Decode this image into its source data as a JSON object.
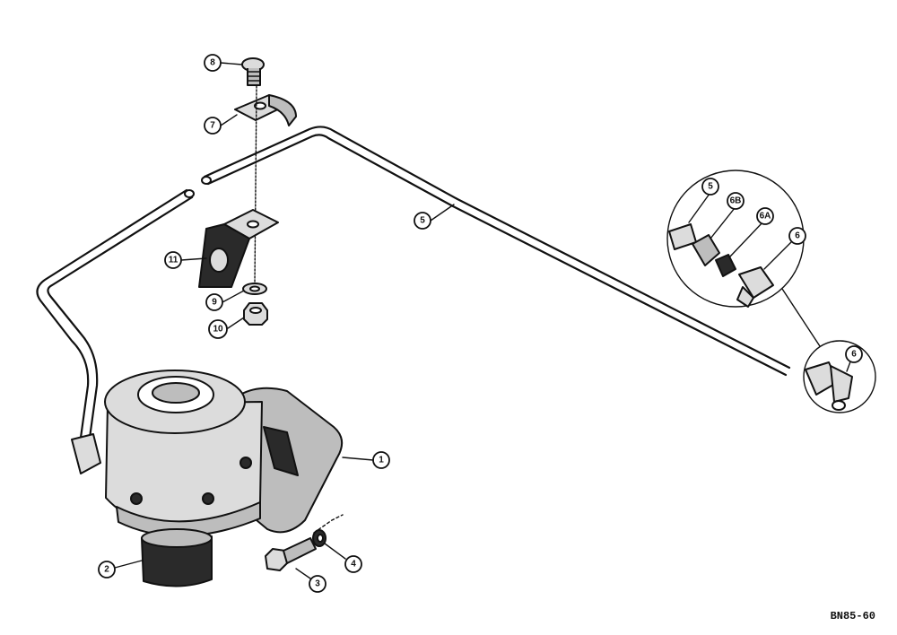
{
  "diagram": {
    "callouts": [
      {
        "id": "c1",
        "label": "1"
      },
      {
        "id": "c2",
        "label": "2"
      },
      {
        "id": "c3",
        "label": "3"
      },
      {
        "id": "c4",
        "label": "4"
      },
      {
        "id": "c5",
        "label": "5"
      },
      {
        "id": "c5b",
        "label": "5"
      },
      {
        "id": "c6",
        "label": "6"
      },
      {
        "id": "c6b",
        "label": "6"
      },
      {
        "id": "c6a",
        "label": "6A"
      },
      {
        "id": "c6bb",
        "label": "6B"
      },
      {
        "id": "c7",
        "label": "7"
      },
      {
        "id": "c8",
        "label": "8"
      },
      {
        "id": "c9",
        "label": "9"
      },
      {
        "id": "c10",
        "label": "10"
      },
      {
        "id": "c11",
        "label": "11"
      }
    ],
    "drawing_code": "BN85-60"
  }
}
